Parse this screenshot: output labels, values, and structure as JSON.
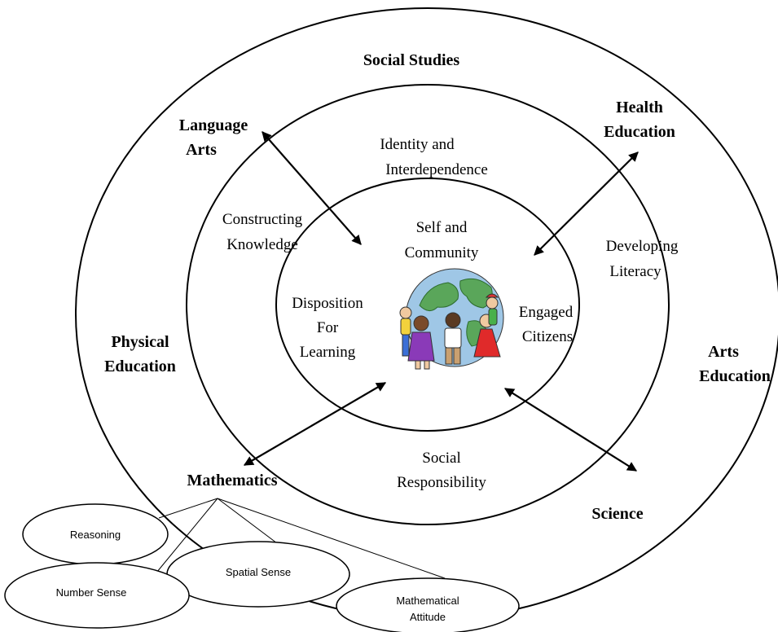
{
  "subjects": {
    "social_studies": "Social Studies",
    "language_arts_1": "Language",
    "language_arts_2": "Arts",
    "health_1": "Health",
    "health_2": "Education",
    "physical_1": "Physical",
    "physical_2": "Education",
    "arts_1": "Arts",
    "arts_2": "Education",
    "mathematics": "Mathematics",
    "science": "Science"
  },
  "middle_ring": {
    "identity_1": "Identity and",
    "identity_2": "Interdependence",
    "constructing_1": "Constructing",
    "constructing_2": "Knowledge",
    "developing_1": "Developing",
    "developing_2": "Literacy",
    "social_1": "Social",
    "social_2": "Responsibility"
  },
  "inner_ring": {
    "self_1": "Self and",
    "self_2": "Community",
    "disposition_1": "Disposition",
    "disposition_2": "For",
    "disposition_3": "Learning",
    "engaged_1": "Engaged",
    "engaged_2": "Citizens"
  },
  "math_strands": {
    "reasoning": "Reasoning",
    "spatial": "Spatial Sense",
    "number": "Number Sense",
    "attitude_1": "Mathematical",
    "attitude_2": "Attitude"
  },
  "icon": "globe-with-children-icon"
}
